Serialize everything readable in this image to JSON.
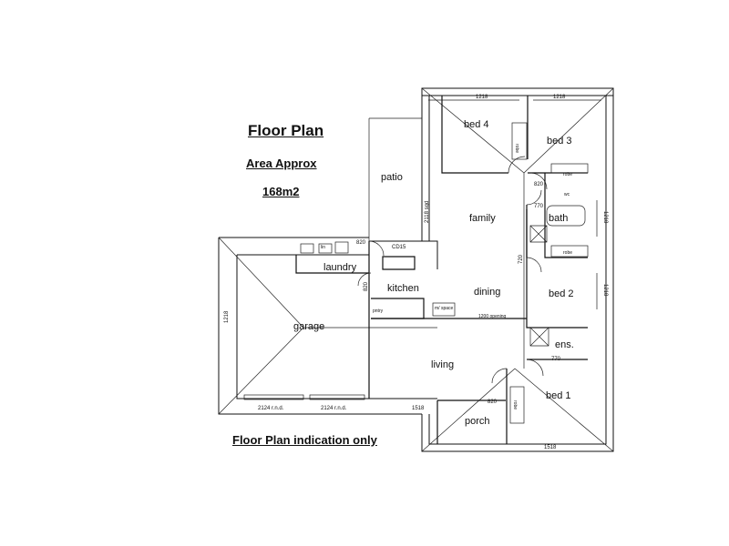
{
  "header": {
    "title": "Floor Plan",
    "area_label": "Area Approx",
    "area_value": "168m2"
  },
  "footer": {
    "note": "Floor Plan indication only"
  },
  "rooms": {
    "bed4": "bed 4",
    "bed3": "bed 3",
    "patio": "patio",
    "family": "family",
    "bath": "bath",
    "laundry": "laundry",
    "kitchen": "kitchen",
    "dining": "dining",
    "bed2": "bed 2",
    "garage": "garage",
    "living": "living",
    "ens": "ens.",
    "bed1": "bed 1",
    "porch": "porch"
  },
  "fixtures": {
    "wc": "wc",
    "robe": "robe",
    "mf_space": "m/ space",
    "pantry": "pntry",
    "lin": "lin"
  },
  "dimensions": {
    "top_left": "1218",
    "top_right": "1218",
    "right_upper": "1218",
    "right_lower": "1218",
    "garage_side": "1218",
    "patio_side": "2118 sgd",
    "garage_door_1": "2124 r.n.d.",
    "garage_door_2": "2124 r.n.d.",
    "bottom_mid": "1518",
    "bottom_right": "1518",
    "door_820_a": "820",
    "door_820_b": "820",
    "door_820_c": "820",
    "door_820_d": "820",
    "door_770_a": "770",
    "door_770_b": "770",
    "door_720": "720",
    "cd15": "CD15",
    "opening": "1200 opening"
  }
}
